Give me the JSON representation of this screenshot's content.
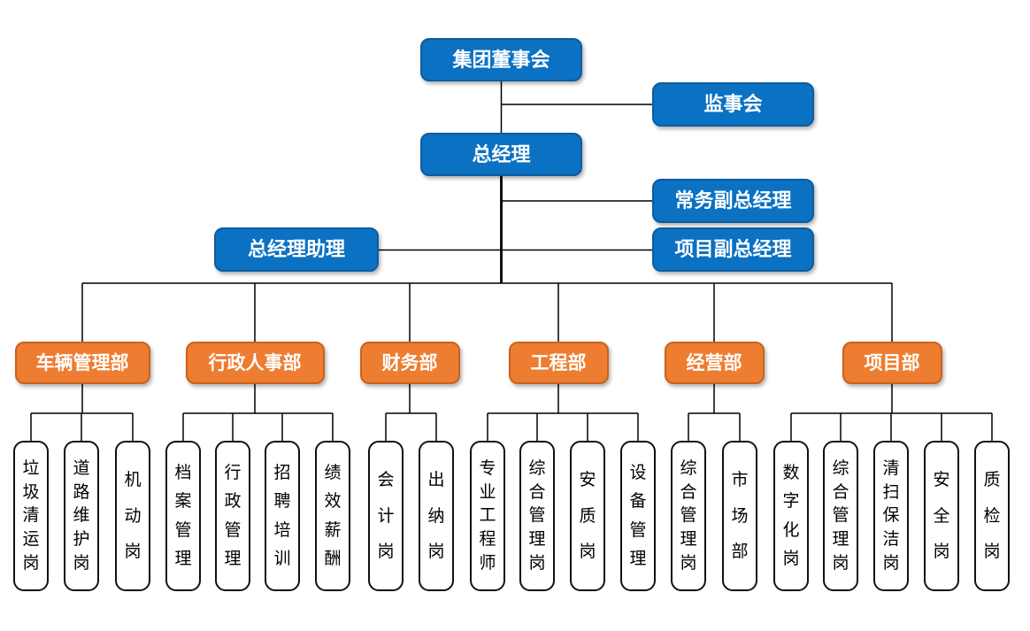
{
  "colors": {
    "background": "#FFFFFF",
    "blue_fill": "#0B71C2",
    "blue_border": "#0D5C9E",
    "orange_fill": "#ED7D31",
    "orange_border": "#CB611C",
    "leaf_fill": "#FFFFFF",
    "leaf_border": "#111111",
    "line": "#000000",
    "text_on_color": "#FFFFFF",
    "leaf_text": "#000000"
  },
  "nodes": {
    "board": {
      "label": "集团董事会"
    },
    "supervisory_board": {
      "label": "监事会"
    },
    "general_manager": {
      "label": "总经理"
    },
    "executive_deputy_gm": {
      "label": "常务副总经理"
    },
    "gm_assistant": {
      "label": "总经理助理"
    },
    "project_deputy_gm": {
      "label": "项目副总经理"
    }
  },
  "departments": [
    {
      "label": "车辆管理部",
      "positions": [
        "垃圾清运岗",
        "道路维护岗",
        "机动岗"
      ]
    },
    {
      "label": "行政人事部",
      "positions": [
        "档案管理",
        "行政管理",
        "招聘培训",
        "绩效薪酬"
      ]
    },
    {
      "label": "财务部",
      "positions": [
        "会计岗",
        "出纳岗"
      ]
    },
    {
      "label": "工程部",
      "positions": [
        "专业工程师",
        "综合管理岗",
        "安质岗",
        "设备管理"
      ]
    },
    {
      "label": "经营部",
      "positions": [
        "综合管理岗",
        "市场部"
      ]
    },
    {
      "label": "项目部",
      "positions": [
        "数字化岗",
        "综合管理岗",
        "清扫保洁岗",
        "安全岗",
        "质检岗"
      ]
    }
  ]
}
